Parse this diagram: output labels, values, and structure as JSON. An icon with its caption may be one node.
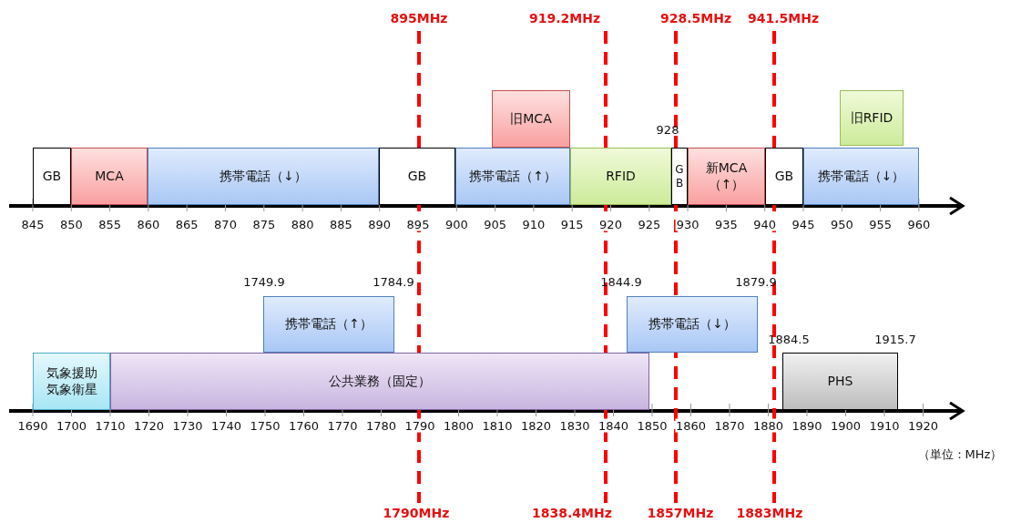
{
  "diagram": {
    "nodes": [
      {
        "text": [
          "旧MCA"
        ]
      },
      {
        "text": [
          "旧RFID"
        ]
      },
      {
        "text": [
          "GB"
        ]
      },
      {
        "text": [
          "MCA"
        ]
      },
      {
        "text": [
          "携帯電話（↓）"
        ]
      },
      {
        "text": [
          "GB"
        ]
      },
      {
        "text": [
          "携帯電話（↑）"
        ]
      },
      {
        "text": [
          "RFID"
        ]
      },
      {
        "text": [
          "GB"
        ]
      },
      {
        "text": [
          "新MCA（↑）"
        ]
      },
      {
        "text": [
          "GB"
        ]
      },
      {
        "text": [
          "携帯電話（↓）"
        ]
      },
      {
        "text": [
          "携帯電話（↑）"
        ]
      },
      {
        "text": [
          "携帯電話（↓）"
        ]
      },
      {
        "text": [
          "気象援助",
          "気象衛星"
        ]
      },
      {
        "text": [
          "公共業務（固定）"
        ]
      },
      {
        "text": [
          "PHS"
        ]
      }
    ],
    "edges": [],
    "labels": [
      "895MHz",
      "919.2MHz",
      "928.5MHz",
      "941.5MHz",
      "928",
      "845",
      "850",
      "855",
      "860",
      "865",
      "870",
      "875",
      "880",
      "885",
      "890",
      "895",
      "900",
      "905",
      "910",
      "915",
      "920",
      "925",
      "930",
      "935",
      "940",
      "945",
      "950",
      "955",
      "960",
      "1749.9",
      "1784.9",
      "1844.9",
      "1879.9",
      "1884.5",
      "1915.7",
      "1690",
      "1700",
      "1710",
      "1720",
      "1730",
      "1740",
      "1750",
      "1760",
      "1770",
      "1780",
      "1790",
      "1800",
      "1810",
      "1820",
      "1830",
      "1840",
      "1850",
      "1860",
      "1870",
      "1880",
      "1890",
      "1900",
      "1910",
      "1920",
      "（単位：MHz）",
      "1790MHz",
      "1838.4MHz",
      "1857MHz",
      "1883MHz"
    ]
  }
}
